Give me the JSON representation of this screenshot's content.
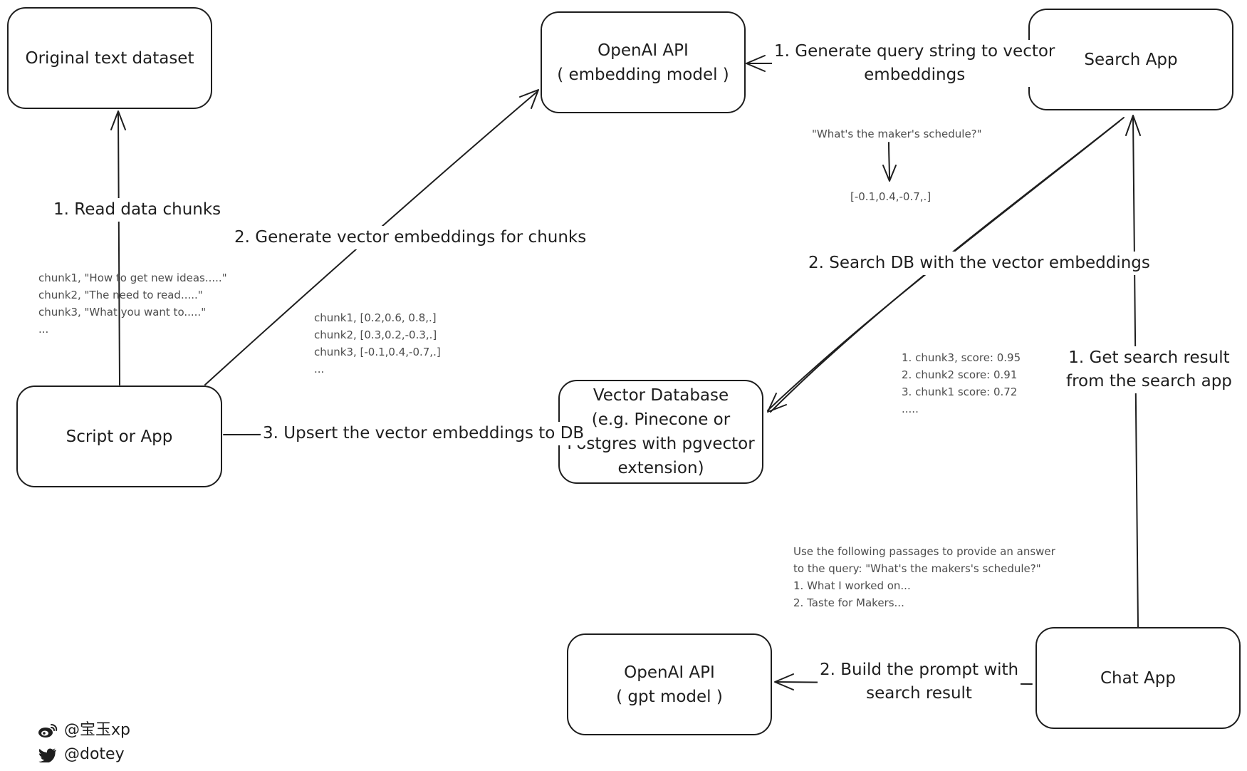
{
  "nodes": {
    "original_text_dataset": "Original text dataset",
    "openai_embedding": [
      "OpenAI API",
      "( embedding model )"
    ],
    "search_app": "Search App",
    "script_or_app": "Script or App",
    "vector_database": [
      "Vector Database",
      "(e.g. Pinecone or",
      "Postgres with pgvector",
      "extension)"
    ],
    "openai_gpt": [
      "OpenAI API",
      "( gpt model )"
    ],
    "chat_app": "Chat App"
  },
  "edges": {
    "read_data_chunks": "1. Read data chunks",
    "generate_embeddings_chunks": "2. Generate vector embeddings for chunks",
    "upsert_embeddings": "3. Upsert the vector embeddings  to DB",
    "generate_query_embeddings": [
      "1. Generate query string to vector",
      "embeddings"
    ],
    "search_db": "2. Search DB with the vector embeddings",
    "get_search_result": [
      "1. Get search result",
      "from the search app"
    ],
    "build_prompt": [
      "2. Build the prompt with",
      "search result"
    ]
  },
  "notes": {
    "chunks_text": [
      "chunk1, \"How to get new ideas.....\"",
      "chunk2, \"The need to read.....\"",
      "chunk3, \"What you want to.....\"",
      "..."
    ],
    "chunks_vectors": [
      "chunk1, [0.2,0.6, 0.8,.]",
      "chunk2, [0.3,0.2,-0.3,.]",
      "chunk3, [-0.1,0.4,-0.7,.]",
      "..."
    ],
    "query_string": "\"What's the maker's schedule?\"",
    "query_vector": "[-0.1,0.4,-0.7,.]",
    "search_scores": [
      "1. chunk3, score: 0.95",
      "2. chunk2 score: 0.91",
      "3. chunk1 score: 0.72",
      "....."
    ],
    "prompt_text": [
      "Use the following passages to provide an answer",
      "to the query: \"What's the makers's schedule?\"",
      "1. What I worked on...",
      "2. Taste for Makers..."
    ]
  },
  "credits": {
    "weibo_icon": "weibo-icon",
    "twitter_icon": "twitter-icon",
    "weibo_handle": "@宝玉xp",
    "twitter_handle": "@dotey"
  },
  "colors": {
    "stroke": "#1e1e1e",
    "note_text": "#4d4d4d",
    "background": "#ffffff"
  }
}
